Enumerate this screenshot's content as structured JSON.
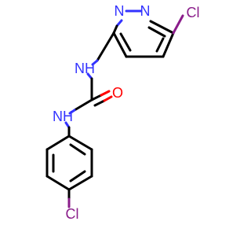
{
  "molecule": {
    "colors": {
      "bond": "#000000",
      "nitrogen": "#3333ff",
      "oxygen": "#ff0000",
      "chlorine": "#8a1c8a"
    },
    "labels": {
      "cl_top": "Cl",
      "n_ring_left": "N",
      "n_ring_right": "N",
      "nh_upper": "NH",
      "o_carbonyl": "O",
      "nh_lower": "NH",
      "cl_bottom": "Cl"
    }
  }
}
